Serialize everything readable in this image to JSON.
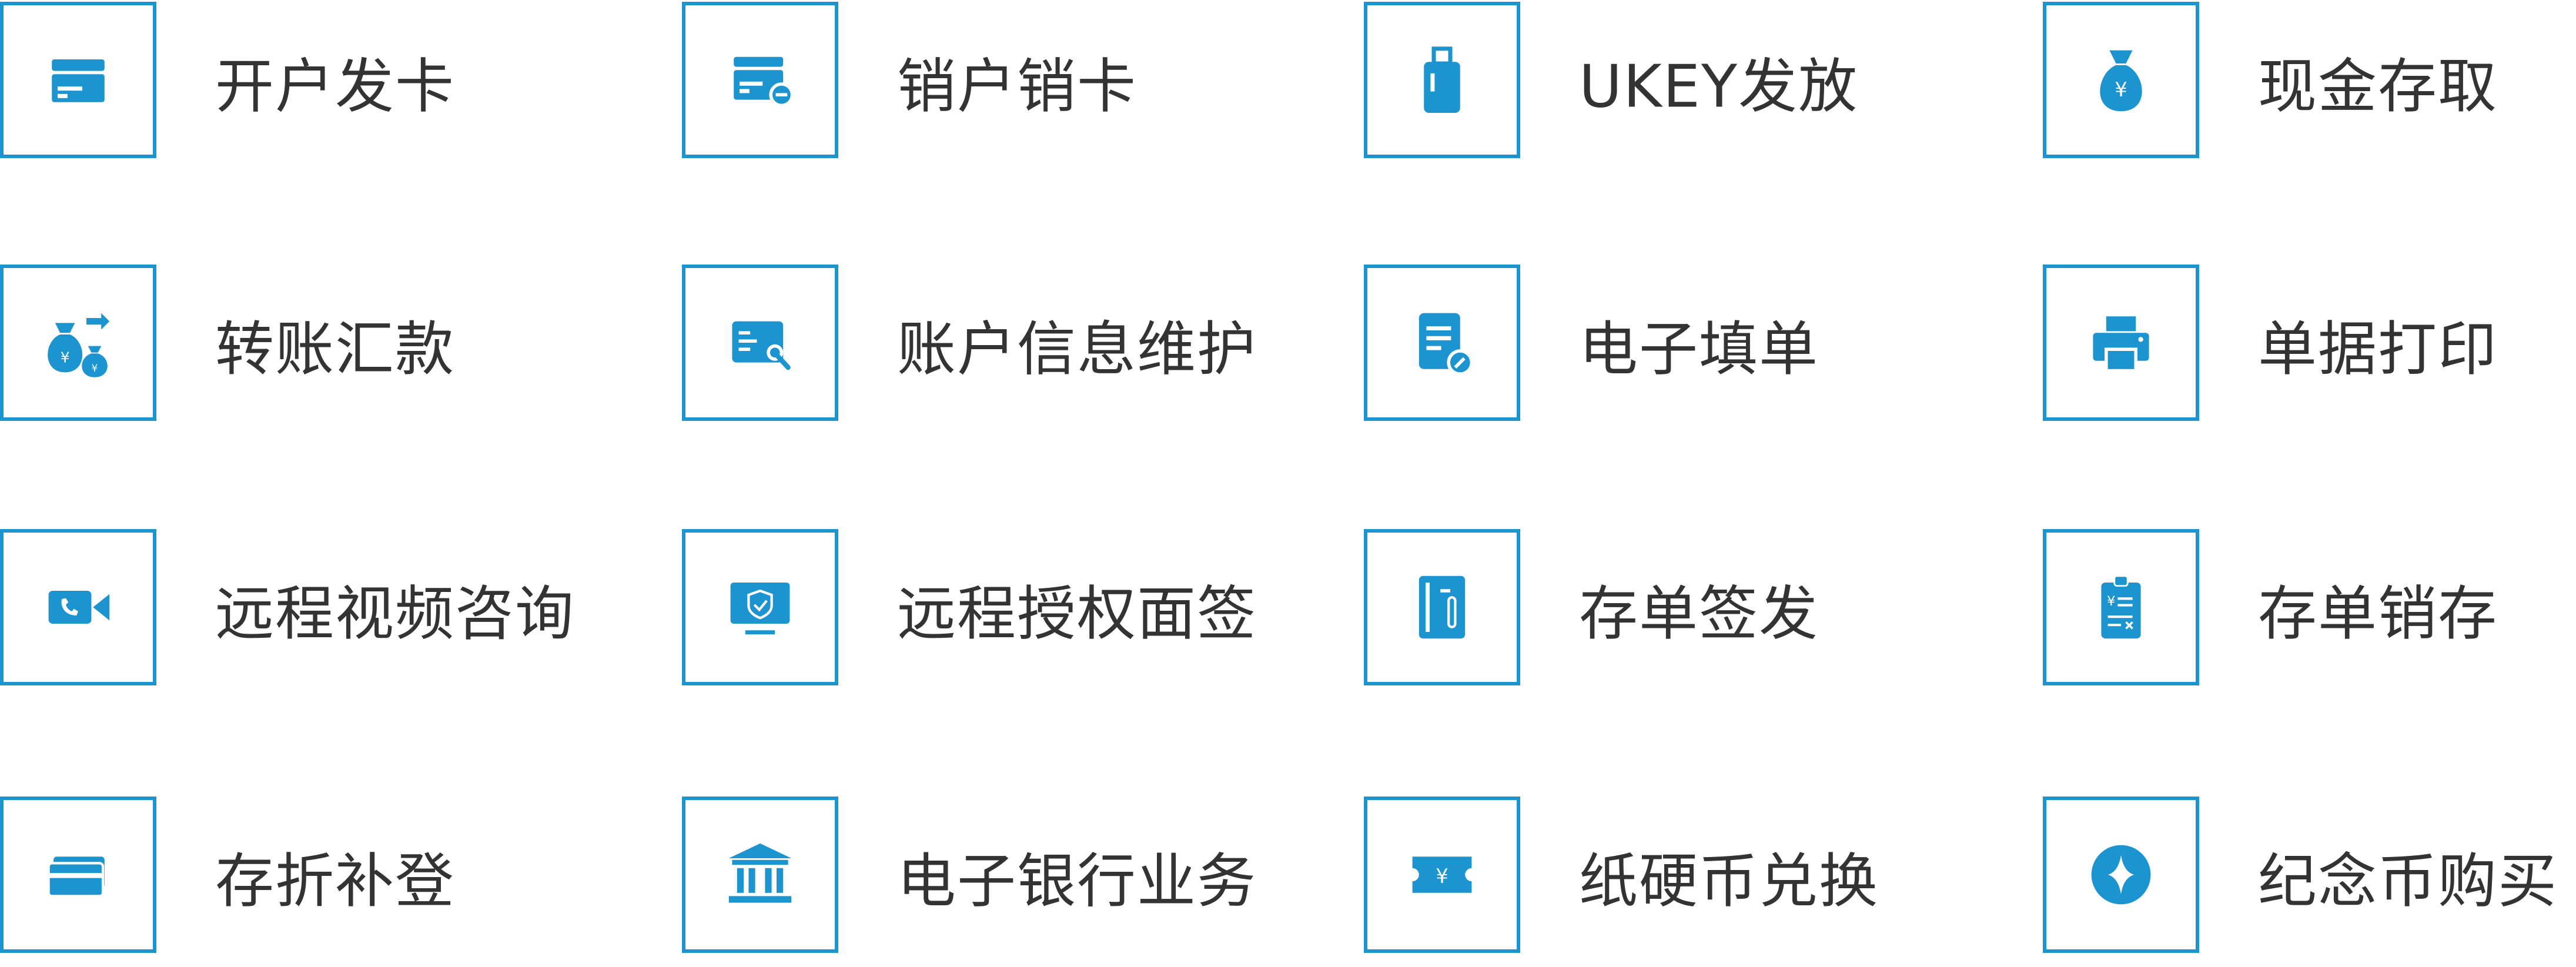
{
  "accent_color": "#1b94d0",
  "text_color": "#333333",
  "services": [
    {
      "label": "开户发卡",
      "icon": "card-icon"
    },
    {
      "label": "销户销卡",
      "icon": "card-remove-icon"
    },
    {
      "label": "UKEY发放",
      "icon": "ukey-icon"
    },
    {
      "label": "现金存取",
      "icon": "money-bag-icon"
    },
    {
      "label": "转账汇款",
      "icon": "transfer-money-icon"
    },
    {
      "label": "账户信息维护",
      "icon": "account-maintain-icon"
    },
    {
      "label": "电子填单",
      "icon": "e-form-icon"
    },
    {
      "label": "单据打印",
      "icon": "printer-icon"
    },
    {
      "label": "远程视频咨询",
      "icon": "video-call-icon"
    },
    {
      "label": "远程授权面签",
      "icon": "remote-authorize-icon"
    },
    {
      "label": "存单签发",
      "icon": "deposit-issue-icon"
    },
    {
      "label": "存单销存",
      "icon": "deposit-cancel-icon"
    },
    {
      "label": "存折补登",
      "icon": "passbook-icon"
    },
    {
      "label": "电子银行业务",
      "icon": "bank-icon"
    },
    {
      "label": "纸硬币兑换",
      "icon": "coin-exchange-icon"
    },
    {
      "label": "纪念币购买",
      "icon": "commemorative-coin-icon"
    }
  ]
}
